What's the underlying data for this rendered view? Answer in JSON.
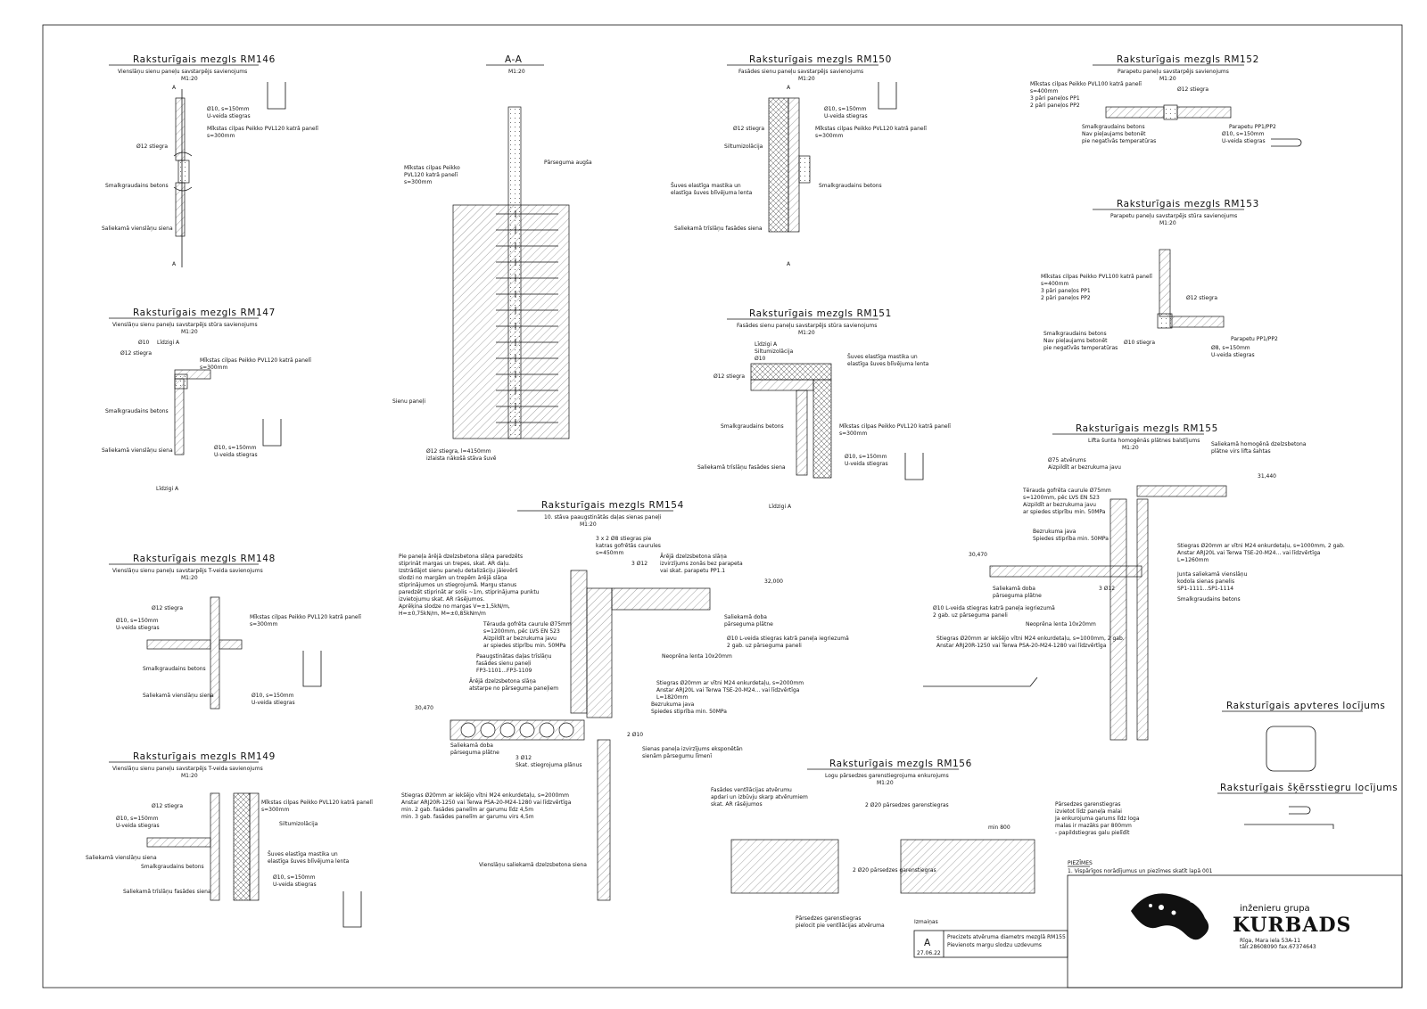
{
  "details": [
    {
      "id": "rm146",
      "title": "Raksturīgais mezgls RM146",
      "subtitle": "Vienslāņu sienu paneļu savstarpējs savienojums",
      "scale": "M1:20",
      "labels": [
        "Ø10, s=150mm",
        "U-veida stiegras",
        "Mīkstas cilpas Peikko PVL120 katrā panelī",
        "s=300mm",
        "Ø12 stiegra",
        "Smalkgraudains betons",
        "Saliekamā vienslāņu siena",
        "A",
        "A"
      ]
    },
    {
      "id": "aa",
      "title": "A-A",
      "subtitle": "",
      "scale": "M1:20",
      "labels": [
        "Pārseguma augša",
        "Mīkstas cilpas Peikko",
        "PVL120 katrā panelī",
        "s=300mm",
        "Sienu paneļi",
        "Ø12 stiegra, l=4150mm",
        "izlaista nākošā stāva šuvē"
      ]
    },
    {
      "id": "rm150",
      "title": "Raksturīgais mezgls RM150",
      "subtitle": "Fasādes sienu paneļu savstarpējs savienojums",
      "scale": "M1:20",
      "labels": [
        "Ø10, s=150mm",
        "U-veida stiegras",
        "Ø12 stiegra",
        "Mīkstas cilpas Peikko PVL120 katrā panelī",
        "s=300mm",
        "Siltumizolācija",
        "Šuves elastīga mastika un",
        "elastīga šuves blīvējuma lenta",
        "Smalkgraudains betons",
        "Saliekamā trīslāņu fasādes siena",
        "A",
        "A"
      ]
    },
    {
      "id": "rm152",
      "title": "Raksturīgais mezgls RM152",
      "subtitle": "Parapetu paneļu savstarpējs savienojums",
      "scale": "M1:20",
      "labels": [
        "Mīkstas cilpas Peikko PVL100 katrā panelī",
        "s=400mm",
        "3 pāri paneļos PP1",
        "2 pāri paneļos PP2",
        "Ø12 stiegra",
        "Smalkgraudains betons",
        "Nav pieļaujams betonēt",
        "pie negatīvās temperatūras",
        "Parapetu PP1/PP2",
        "Ø10, s=150mm",
        "U-veida stiegras"
      ]
    },
    {
      "id": "rm153",
      "title": "Raksturīgais mezgls RM153",
      "subtitle": "Parapetu paneļu savstarpējs stūra savienojums",
      "scale": "M1:20",
      "labels": [
        "Mīkstas cilpas Peikko PVL100 katrā panelī",
        "s=400mm",
        "3 pāri paneļos PP1",
        "2 pāri paneļos PP2",
        "Ø12 stiegra",
        "Smalkgraudains betons",
        "Nav pieļaujams betonēt",
        "pie negatīvās temperatūras",
        "Ø10 stiegra",
        "Parapetu PP1/PP2",
        "Ø8, s=150mm",
        "U-veida stiegras"
      ]
    },
    {
      "id": "rm147",
      "title": "Raksturīgais mezgls RM147",
      "subtitle": "Vienslāņu sienu paneļu savstarpējs stūra savienojums",
      "scale": "M1:20",
      "labels": [
        "Ø10",
        "Līdzigi A",
        "Ø12 stiegra",
        "Mīkstas cilpas Peikko PVL120 katrā panelī",
        "s=300mm",
        "Smalkgraudains betons",
        "Saliekamā vienslāņu siena",
        "Ø10, s=150mm",
        "U-veida stiegras",
        "Līdzigi A"
      ]
    },
    {
      "id": "rm151",
      "title": "Raksturīgais mezgls RM151",
      "subtitle": "Fasādes sienu paneļu savstarpējs stūra savienojums",
      "scale": "M1:20",
      "labels": [
        "Līdzigi A",
        "Siltumizolācija",
        "Ø10",
        "Šuves elastīga mastika un",
        "elastīga šuves blīvējuma lenta",
        "Ø12 stiegra",
        "Smalkgraudains betons",
        "Mīkstas cilpas Peikko PVL120 katrā panelī",
        "s=300mm",
        "Saliekamā trīslāņu fasādes siena",
        "Ø10, s=150mm",
        "U-veida stiegras",
        "Līdzigi A"
      ]
    },
    {
      "id": "rm155",
      "title": "Raksturīgais mezgls RM155",
      "subtitle": "Lifta šunta homogēnās plātnes balstījums",
      "scale": "M1:20",
      "labels": [
        "Saliekamā homogēnā dzelzsbetona",
        "plātne virs lifta šahtas",
        "Ø75 atvērums",
        "Aizpildīt ar bezrukuma javu",
        "Tērauda gofrēta caurule Ø75mm",
        "s=1200mm, pēc LVS EN 523",
        "Aizpildīt ar bezrukuma javu",
        "ar spiedes stiprību min. 50MPa",
        "Bezrukuma java",
        "Spiedes stiprība min. 50MPa",
        "Stiegras Ø20mm ar vītni M24 enkurdetaļu, s=1000mm, 2 gab.",
        "Anstar ARJ20L vai Terwa TSE-20-M24... vai līdzvērtīga",
        "L=1260mm",
        "Junta saliekamā vienslāņu",
        "kodola sienas panelis",
        "SP1-1111...SP1-1114",
        "Smalkgraudains betons",
        "Saliekamā doba",
        "pārseguma plātne",
        "Ø10 L-veida stiegras katrā paneļa iegriezumā",
        "2 gab. uz pārseguma paneli",
        "Neoprēna lenta 10x20mm",
        "Stiegras Ø20mm ar iekšējo vītni M24 enkurdetaļu, s=1000mm, 2 gab.",
        "Anstar ARJ20R-1250 vai Terwa PSA-20-M24-1280 vai līdzvērtīga",
        "3 Ø12",
        "31,440",
        "30,470"
      ]
    },
    {
      "id": "rm148",
      "title": "Raksturīgais mezgls RM148",
      "subtitle": "Vienslāņu sienu paneļu savstarpējs T-veida savienojums",
      "scale": "M1:20",
      "labels": [
        "Ø12 stiegra",
        "Ø10, s=150mm",
        "U-veida stiegras",
        "Mīkstas cilpas Peikko PVL120 katrā panelī",
        "s=300mm",
        "Smalkgraudains betons",
        "Saliekamā vienslāņu siena",
        "Ø10, s=150mm",
        "U-veida stiegras"
      ]
    },
    {
      "id": "rm154",
      "title": "Raksturīgais mezgls RM154",
      "subtitle": "10. stāva paaugstinātās daļas sienas paneļi",
      "scale": "M1:20",
      "labels": [
        "Pie paneļa ārējā dzelzsbetona slāņa paredzēts",
        "stiprināt margas un trepes, skat. AR daļu.",
        "Izstrādājot sienu paneļu detalizāciju jāievērš",
        "slodzi no margām un trepēm ārējā slāņa",
        "stiprinājumos un stiegrojumā. Margu stanus",
        "paredzēt stiprināt ar solis ~1m, stiprinājuma punktu",
        "izvietojumu skat. AR rāsējumos.",
        "Aprēķina slodze no margas V=±1,5kN/m,",
        "H=±0,75kN/m, M=±0,85kNm/m",
        "3 x 2 Ø8 stiegras pie",
        "katras gofrētās caurules",
        "s=450mm",
        "3 Ø12",
        "Ārējā dzelzsbetona slāņa",
        "izvirzījums zonās bez parapeta",
        "vai skat. parapetu PP1.1",
        "32,000",
        "Saliekamā doba",
        "pārseguma plātne",
        "Ø10 L-veida stiegras katrā paneļa iegriezumā",
        "2 gab. uz pārseguma paneli",
        "Tērauda gofrēta caurule Ø75mm",
        "s=1200mm, pēc LVS EN 523",
        "Aizpildīt ar bezrukuma javu",
        "ar spiedes stiprību min. 50MPa",
        "Paaugstinātas daļas trīslāņu",
        "fasādes sienu paneļi",
        "FP3-1101...FP3-1109",
        "Neoprēna lenta 10x20mm",
        "Ārējā dzelzsbetona slāņa",
        "atstarpe no pārseguma paneļiem",
        "Stiegras Ø20mm ar vītni M24 enkurdetaļu, s=2000mm",
        "Anstar ARJ20L vai Terwa TSE-20-M24... vai līdzvērtīga",
        "L=1820mm",
        "Bezrukuma java",
        "Spiedes stiprība min. 50MPa",
        "30,470",
        "2 Ø10",
        "Saliekamā doba",
        "pārseguma plātne",
        "3 Ø12",
        "Skat. stiegrojuma plānus",
        "Sienas paneļa izvirzījums eksponētān",
        "sienām pārsegumu līmenī",
        "Stiegras Ø20mm ar iekšējo vītni M24 enkurdetaļu, s=2000mm",
        "Anstar ARJ20R-1250 vai Terwa PSA-20-M24-1280 vai līdzvērtīga",
        "min. 2 gab. fasādes panelīm ar garumu līdz 4,5m",
        "min. 3 gab. fasādes panelīm ar garumu virs 4,5m",
        "Vienslāņu saliekamā dzelzsbetona siena"
      ]
    },
    {
      "id": "rm149",
      "title": "Raksturīgais mezgls RM149",
      "subtitle": "Vienslāņu sienu paneļu savstarpējs T-veida savienojums",
      "scale": "M1:20",
      "labels": [
        "Ø12 stiegra",
        "Ø10, s=150mm",
        "U-veida stiegras",
        "Mīkstas cilpas Peikko PVL120 katrā panelī",
        "s=300mm",
        "Siltumizolācija",
        "Saliekamā vienslāņu siena",
        "Smalkgraudains betons",
        "Šuves elastīga mastika un",
        "elastīga šuves blīvējuma lenta",
        "Saliekamā trīslāņu fasādes siena",
        "Ø10, s=150mm",
        "U-veida stiegras"
      ]
    },
    {
      "id": "rm156",
      "title": "Raksturīgais mezgls RM156",
      "subtitle": "Logu pārsedzes garenstiegrojuma enkurojums",
      "scale": "M1:20",
      "labels": [
        "Fasādes ventīlācijas atvērumu",
        "apdari un izbūvju skarp atvērumiem",
        "skat. AR rāsējumos",
        "2 Ø20 pārsedzes garenstiegras",
        "Pārsedzes garenstiegras",
        "izvietot līdz paneļa malai",
        "Ja enkurojuma garums līdz loga",
        "malas ir mazāks par 800mm",
        "- papildstiegras galu pielīdīt",
        "2 Ø20 pārsedzes garenstiegras",
        "Pārsedzes garenstiegras",
        "pielocit pie ventīlācijas atvēruma",
        "min 800"
      ]
    }
  ],
  "side_labels": {
    "apv": "Raksturīgais apvteres locījums",
    "sks": "Raksturīgais šķērsstiegru locījums"
  },
  "notes": {
    "heading": "PIEZĪMES",
    "line1": "1. Vispārīgos norādījumus un piezīmes skatīt lapā 001"
  },
  "changes": {
    "heading": "Izmaiņas",
    "letter": "A",
    "date": "27.06.22",
    "line1": "Precizets atvēruma diametrs mezglā RM155",
    "line2": "Pievienots margu slodzu uzdevums"
  },
  "company": {
    "top": "inženieru grupa",
    "name": "KURBADS",
    "addr": "Rīga, Mara iela 53A-11",
    "tel": "tālr.28608090 fax.67374643"
  }
}
